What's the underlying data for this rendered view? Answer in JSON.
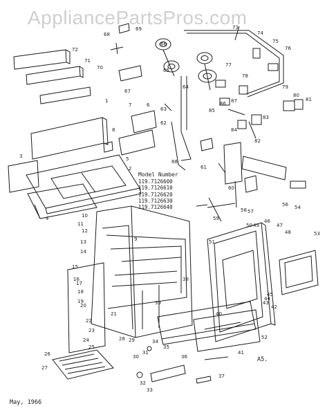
{
  "watermark": "AppliancePartsPros.com",
  "model_block": {
    "header": "Model Number",
    "models": [
      "119.7126600",
      "119.7126610",
      "119.7126620",
      "119.7126630",
      "119.7126640"
    ]
  },
  "footer": {
    "date": "May, 1966",
    "code": "A5."
  },
  "part_labels": [
    "1",
    "2",
    "3",
    "4",
    "5",
    "6",
    "7",
    "8",
    "9",
    "10",
    "11",
    "12",
    "13",
    "14",
    "15",
    "16",
    "17",
    "18",
    "19",
    "20",
    "21",
    "22",
    "23",
    "24",
    "25",
    "26",
    "27",
    "28",
    "29",
    "30",
    "31",
    "32",
    "33",
    "34",
    "35",
    "36",
    "37",
    "38",
    "39",
    "40",
    "41",
    "42",
    "43",
    "44",
    "45",
    "46",
    "47",
    "48",
    "49",
    "50",
    "51",
    "52",
    "53",
    "54",
    "56",
    "57",
    "58",
    "59",
    "60",
    "61",
    "62",
    "63",
    "64",
    "65",
    "66",
    "67",
    "68",
    "69",
    "70",
    "71",
    "72",
    "73",
    "74",
    "75",
    "76",
    "77",
    "78",
    "79",
    "80",
    "81",
    "82",
    "83",
    "84",
    "85",
    "86",
    "87",
    "88"
  ]
}
